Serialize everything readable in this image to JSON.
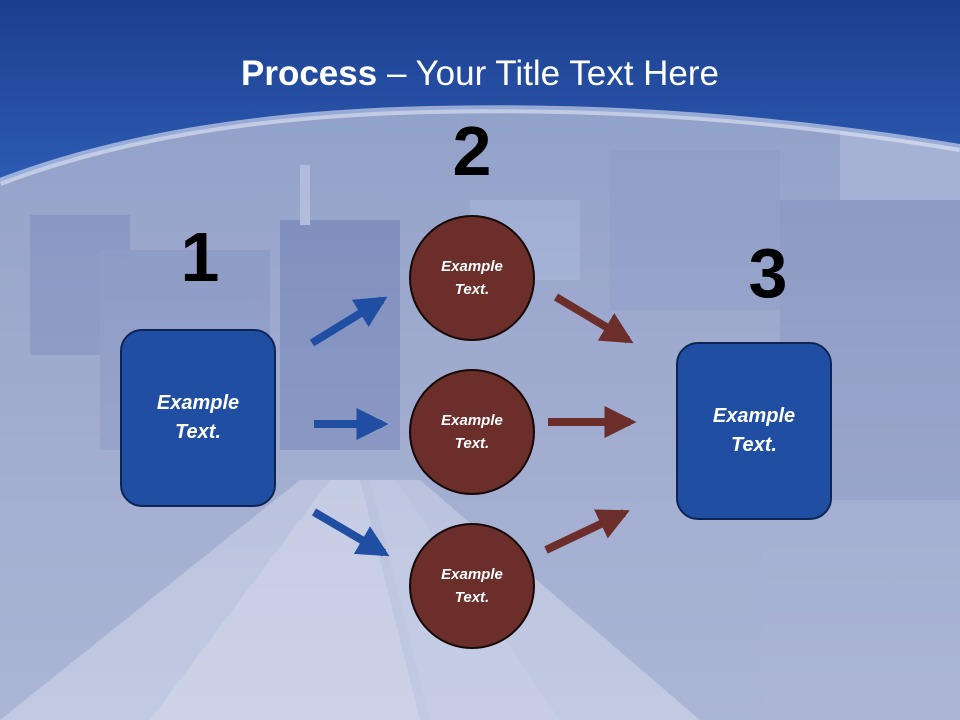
{
  "title": {
    "bold": "Process",
    "dash": " – ",
    "rest": "Your Title Text Here"
  },
  "steps": [
    {
      "number": "1",
      "text": "Example\nText."
    },
    {
      "number": "2"
    },
    {
      "number": "3",
      "text": "Example\nText."
    }
  ],
  "circles": [
    {
      "text": "Example\nText."
    },
    {
      "text": "Example\nText."
    },
    {
      "text": "Example\nText."
    }
  ],
  "colors": {
    "header_blue": "#1f4a9e",
    "box_blue": "#1f4ea3",
    "circle_maroon": "#6b2e2b",
    "arrow_blue": "#1f4ea3",
    "arrow_maroon": "#6b2e2b"
  }
}
